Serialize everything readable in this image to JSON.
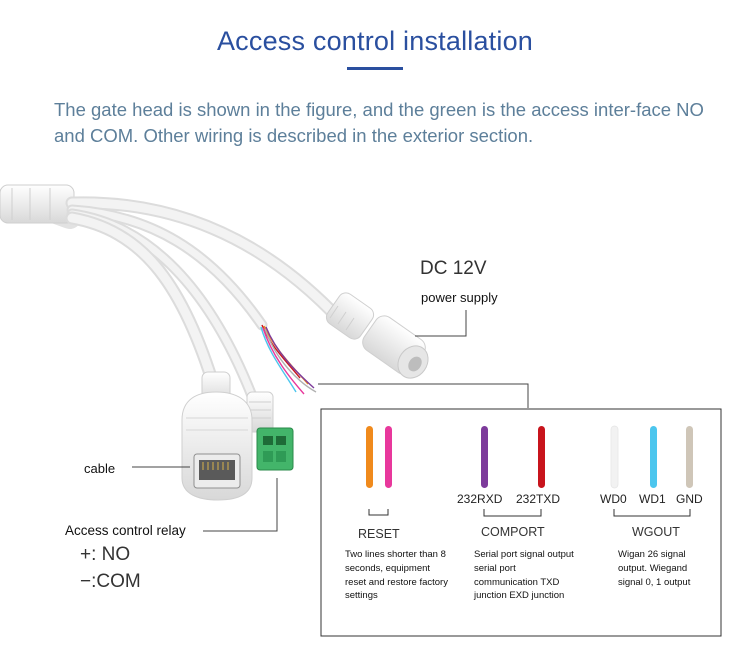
{
  "title": "Access control installation",
  "description": "The gate head is shown in the figure, and the green is the access inter-face NO and COM. Other wiring is described in the exterior section.",
  "labels": {
    "dc": "DC 12V",
    "power_supply": "power supply",
    "cable": "cable",
    "relay": "Access control relay",
    "no": "+:  NO",
    "com": "−:COM"
  },
  "wires": [
    {
      "color": "#f08a1c"
    },
    {
      "color": "#e8389c"
    },
    {
      "color": "#7d3b9b",
      "label": "232RXD"
    },
    {
      "color": "#c8141c",
      "label": "232TXD"
    },
    {
      "color": "#f2f2f2",
      "label": "WD0"
    },
    {
      "color": "#4cc6ee",
      "label": "WD1"
    },
    {
      "color": "#cfc6b8",
      "label": "GND"
    }
  ],
  "groups": {
    "reset": {
      "title": "RESET",
      "note": "Two lines shorter than 8 seconds, equipment reset and restore factory settings"
    },
    "comport": {
      "title": "COMPORT",
      "note": "Serial port signal output serial port communication TXD junction EXD junction"
    },
    "wgout": {
      "title": "WGOUT",
      "note": "Wigan 26 signal output. Wiegand signal 0, 1 output"
    }
  }
}
